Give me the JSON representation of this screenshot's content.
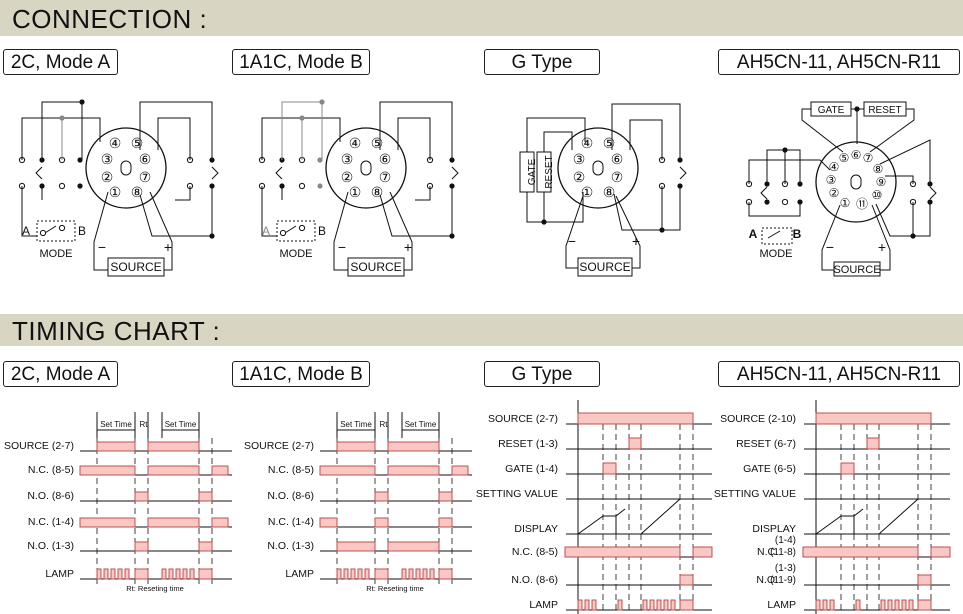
{
  "sections": {
    "connection": "CONNECTION :",
    "timing": "TIMING CHART :"
  },
  "tabs": {
    "mode_a": "2C, Mode A",
    "mode_b": "1A1C, Mode B",
    "g_type": "G Type",
    "ah5cn": "AH5CN-11, AH5CN-R11"
  },
  "connection": {
    "mode_label": "MODE",
    "switch_a": "A",
    "switch_b": "B",
    "source": "SOURCE",
    "minus": "−",
    "plus": "+",
    "gate": "GATE",
    "reset": "RESET",
    "pins8": [
      "①",
      "②",
      "③",
      "④",
      "⑤",
      "⑥",
      "⑦",
      "⑧"
    ],
    "pins11": [
      "①",
      "②",
      "③",
      "④",
      "⑤",
      "⑥",
      "⑦",
      "⑧",
      "⑨",
      "⑩",
      "⑪"
    ]
  },
  "timing": {
    "set_time": "Set Time",
    "rt": "Rt",
    "rt_note": "Rt: Reseting time",
    "mode_a_rows": [
      "SOURCE  (2-7)",
      "N.C.  (8-5)",
      "N.O.  (8-6)",
      "N.C.  (1-4)",
      "N.O.  (1-3)",
      "LAMP"
    ],
    "mode_b_rows": [
      "SOURCE  (2-7)",
      "N.C.  (8-5)",
      "N.O.  (8-6)",
      "N.C.  (1-4)",
      "N.O.  (1-3)",
      "LAMP"
    ],
    "g_rows": [
      "SOURCE  (2-7)",
      "RESET  (1-3)",
      "GATE  (1-4)",
      "SETTING VALUE",
      "DISPLAY",
      "N.C.  (8-5)",
      "N.O.  (8-6)",
      "LAMP"
    ],
    "ah_rows": [
      "SOURCE  (2-10)",
      "RESET  (6-7)",
      "GATE  (6-5)",
      "SETTING VALUE",
      "DISPLAY",
      "N.C.",
      "N.O.",
      "LAMP"
    ],
    "ah_nc_top": "(1-4)",
    "ah_nc_bottom": "(11-8)",
    "ah_no_top": "(1-3)",
    "ah_no_bottom": "(11-9)"
  },
  "colors": {
    "bar": "#d8d6c3",
    "pulse_fill": "#f9c8c4",
    "pulse_stroke": "#c0504d",
    "line": "#111111"
  }
}
